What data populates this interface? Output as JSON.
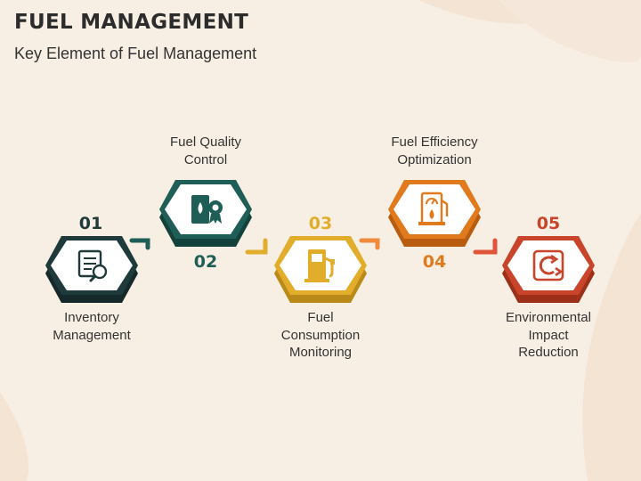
{
  "title": "FUEL MANAGEMENT",
  "subtitle": "Key Element of Fuel Management",
  "steps": [
    {
      "number": "01",
      "label": "Inventory\nManagement",
      "color": "#1f3a3a",
      "icon": "inventory-icon"
    },
    {
      "number": "02",
      "label": "Fuel Quality\nControl",
      "color": "#1e5e56",
      "icon": "fuel-quality-icon"
    },
    {
      "number": "03",
      "label": "Fuel\nConsumption\nMonitoring",
      "color": "#e1ad2a",
      "icon": "fuel-pump-icon"
    },
    {
      "number": "04",
      "label": "Fuel Efficiency\nOptimization",
      "color": "#e07a1c",
      "icon": "fuel-gauge-icon"
    },
    {
      "number": "05",
      "label": "Environmental\nImpact\nReduction",
      "color": "#c8442a",
      "icon": "recycle-icon"
    }
  ]
}
